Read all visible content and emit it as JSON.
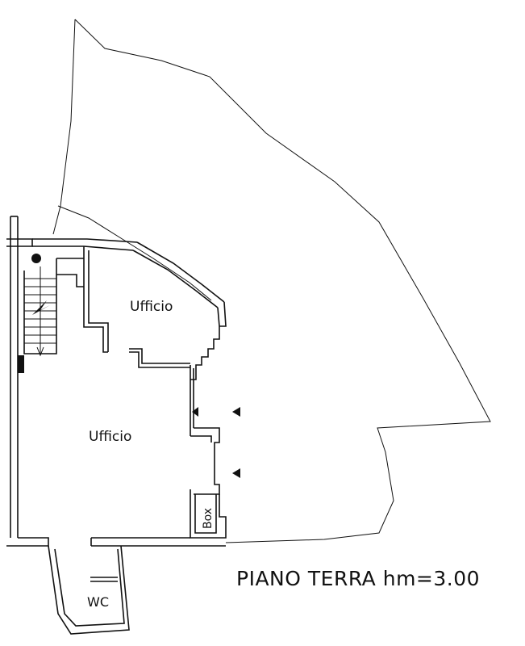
{
  "plan": {
    "rooms": [
      {
        "id": "office-upper",
        "label": "Ufficio"
      },
      {
        "id": "office-lower",
        "label": "Ufficio"
      },
      {
        "id": "box",
        "label": "Box"
      },
      {
        "id": "wc",
        "label": "WC"
      }
    ],
    "caption": "PIANO TERRA hm=3.00"
  }
}
